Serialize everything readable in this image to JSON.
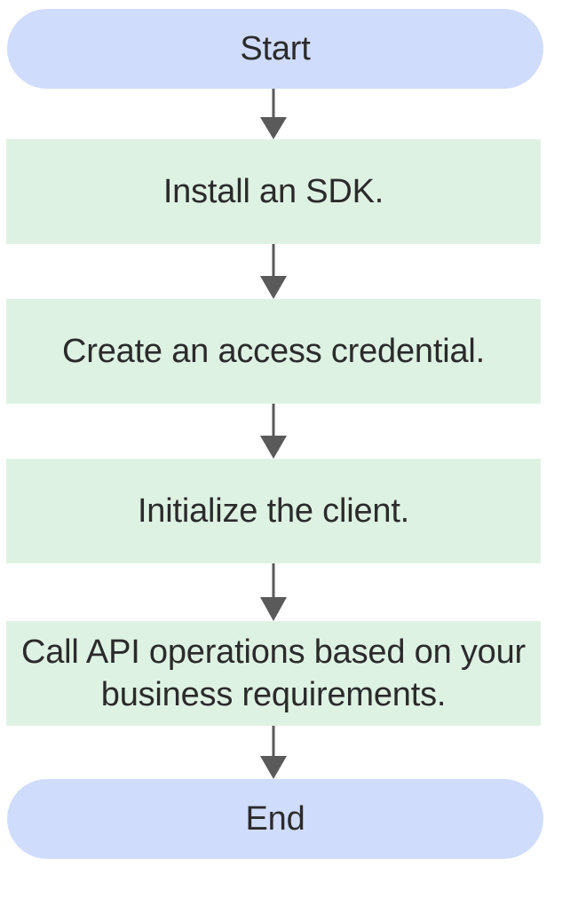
{
  "diagram": {
    "title": "SDK usage flowchart",
    "orientation": "top-to-bottom",
    "colors": {
      "terminal_fill": "#d0dcfb",
      "process_fill": "#def2e3",
      "arrow": "#5a5a5a",
      "text": "#2b2b2b",
      "background": "#ffffff"
    },
    "nodes": [
      {
        "id": "start",
        "type": "terminal",
        "label": "Start"
      },
      {
        "id": "install",
        "type": "process",
        "label": "Install an SDK."
      },
      {
        "id": "credential",
        "type": "process",
        "label": "Create an access credential."
      },
      {
        "id": "initialize",
        "type": "process",
        "label": "Initialize the client."
      },
      {
        "id": "callapi",
        "type": "process",
        "label": "Call API operations based on your business requirements."
      },
      {
        "id": "end",
        "type": "terminal",
        "label": "End"
      }
    ],
    "edges": [
      {
        "from": "start",
        "to": "install",
        "label": ""
      },
      {
        "from": "install",
        "to": "credential",
        "label": ""
      },
      {
        "from": "credential",
        "to": "initialize",
        "label": ""
      },
      {
        "from": "initialize",
        "to": "callapi",
        "label": ""
      },
      {
        "from": "callapi",
        "to": "end",
        "label": ""
      }
    ]
  }
}
